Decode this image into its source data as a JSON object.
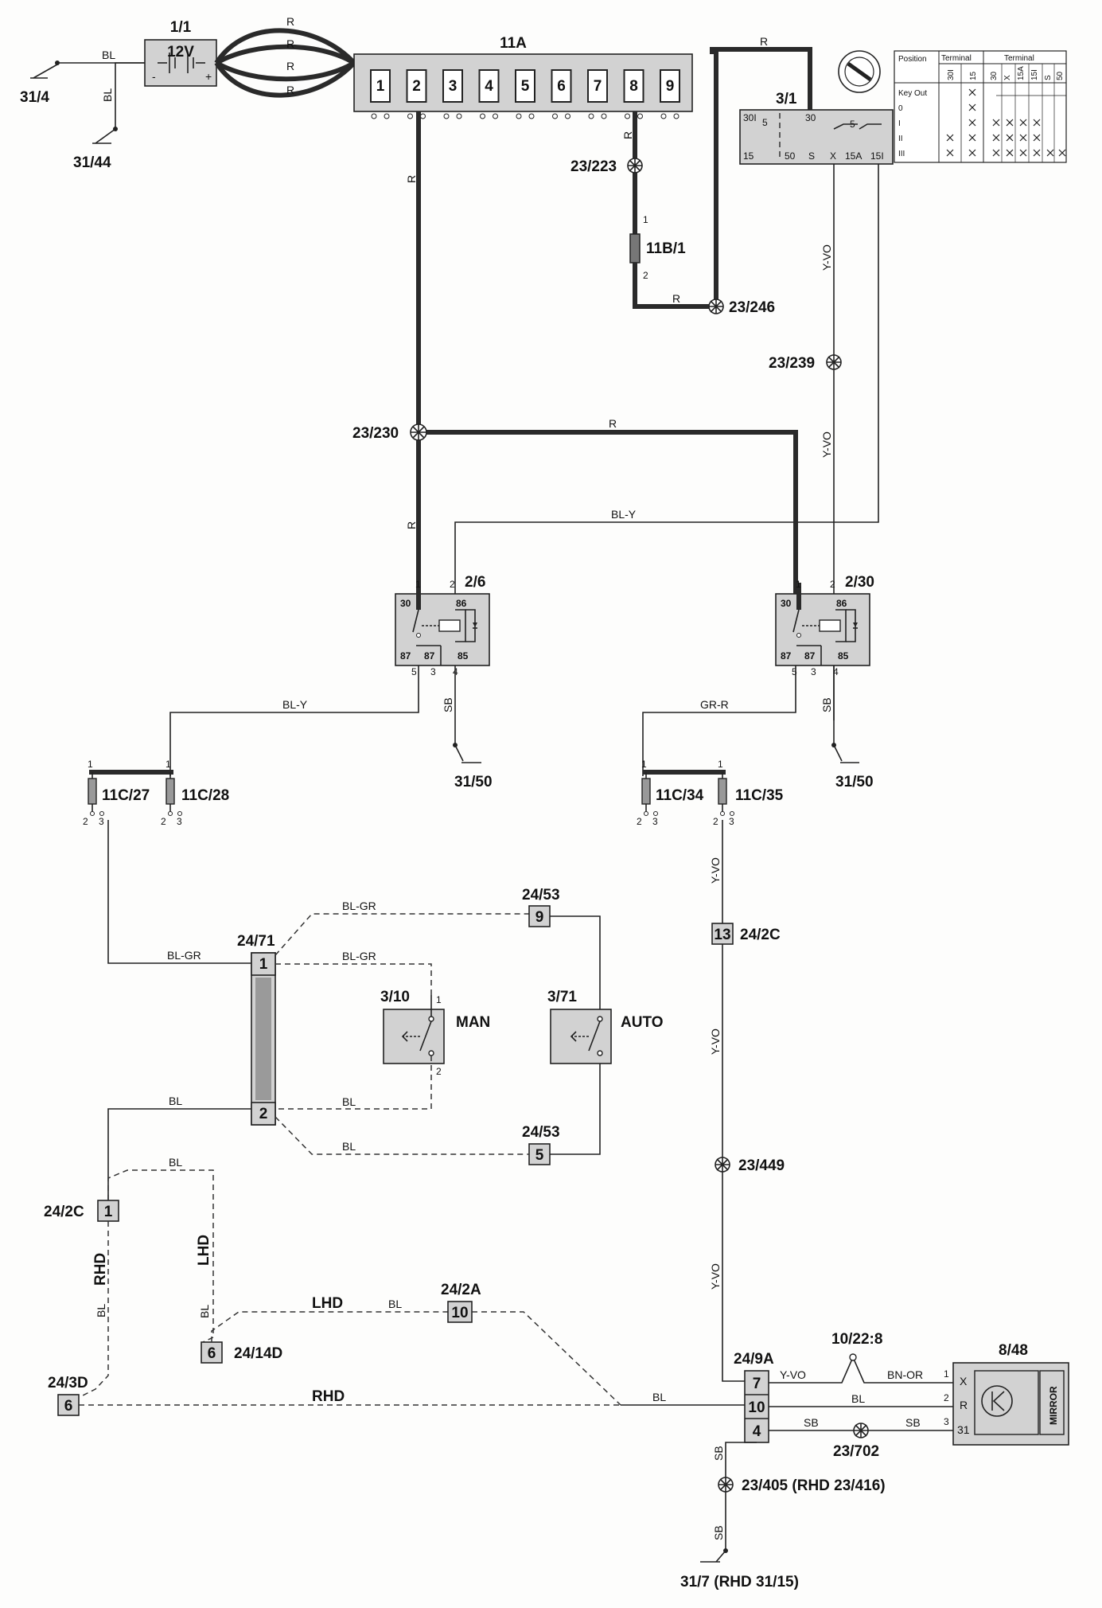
{
  "components": {
    "battery": {
      "id": "1/1",
      "voltage": "12V",
      "plus": "+",
      "minus": "-"
    },
    "fuse_box": {
      "id": "11A",
      "slots": [
        "1",
        "2",
        "3",
        "4",
        "5",
        "6",
        "7",
        "8",
        "9"
      ]
    },
    "ignition_switch": {
      "id": "3/1",
      "pins": [
        "30I",
        "5",
        "30",
        "5",
        "15",
        "50",
        "S",
        "X",
        "15A",
        "15I"
      ]
    },
    "key_table": {
      "col_position": "Position",
      "col_terminal": "Terminal",
      "col_terminal2": "Terminal",
      "col_30i": "30I",
      "col_15": "15",
      "sub_cols": [
        "30",
        "X",
        "15A",
        "15I",
        "S",
        "50"
      ],
      "rows": [
        "Key Out",
        "0",
        "I",
        "II",
        "III"
      ]
    },
    "relay_left": {
      "id": "2/6",
      "pins_top": [
        "1",
        "2"
      ],
      "pins_mid": [
        "30",
        "86"
      ],
      "pins_bot": [
        "87",
        "87",
        "85"
      ],
      "pins_num": [
        "5",
        "3",
        "4"
      ]
    },
    "relay_right": {
      "id": "2/30",
      "pins_top": [
        "1",
        "2"
      ],
      "pins_mid": [
        "30",
        "86"
      ],
      "pins_bot": [
        "87",
        "87",
        "85"
      ],
      "pins_num": [
        "5",
        "3",
        "4"
      ]
    },
    "fuse_11b1": {
      "id": "11B/1",
      "p1": "1",
      "p2": "2"
    },
    "fuse_11c27": {
      "id": "11C/27"
    },
    "fuse_11c28": {
      "id": "11C/28"
    },
    "fuse_11c34": {
      "id": "11C/34"
    },
    "fuse_11c35": {
      "id": "11C/35"
    },
    "conn_2471": {
      "id": "24/71",
      "pin1": "1",
      "pin2": "2"
    },
    "switch_man": {
      "id": "3/10",
      "label": "MAN",
      "p1": "1",
      "p2": "2"
    },
    "switch_auto": {
      "id": "3/71",
      "label": "AUTO"
    },
    "conn_2453_top": {
      "id": "24/53",
      "pin": "9"
    },
    "conn_2453_bot": {
      "id": "24/53",
      "pin": "5"
    },
    "conn_242c_13": {
      "id": "24/2C",
      "pin": "13"
    },
    "conn_242c_1": {
      "id": "24/2C",
      "pin": "1"
    },
    "conn_2414d": {
      "id": "24/14D",
      "pin": "6"
    },
    "conn_242a": {
      "id": "24/2A",
      "pin": "10"
    },
    "conn_243d": {
      "id": "24/3D",
      "pin": "6"
    },
    "conn_249a": {
      "id": "24/9A",
      "pins": [
        "7",
        "10",
        "4"
      ]
    },
    "mirror": {
      "id": "8/48",
      "label": "MIRROR",
      "pins": [
        "1",
        "2",
        "3"
      ],
      "terms": [
        "X",
        "R",
        "31"
      ]
    },
    "diode": {
      "id": "10/22:8"
    }
  },
  "splices": [
    "23/223",
    "23/246",
    "23/239",
    "23/230",
    "23/449",
    "23/702",
    "23/405 (RHD 23/416)"
  ],
  "grounds": [
    "31/4",
    "31/44",
    "31/50",
    "31/50",
    "31/7 (RHD 31/15)"
  ],
  "wire_labels": {
    "r": "R",
    "bl": "BL",
    "yvo": "Y-VO",
    "bly": "BL-Y",
    "sb": "SB",
    "grr": "GR-R",
    "blgr": "BL-GR",
    "bnor": "BN-OR",
    "rhd": "RHD",
    "lhd": "LHD"
  },
  "fuse_pins": {
    "p1": "1",
    "p2": "2",
    "p3": "3"
  }
}
